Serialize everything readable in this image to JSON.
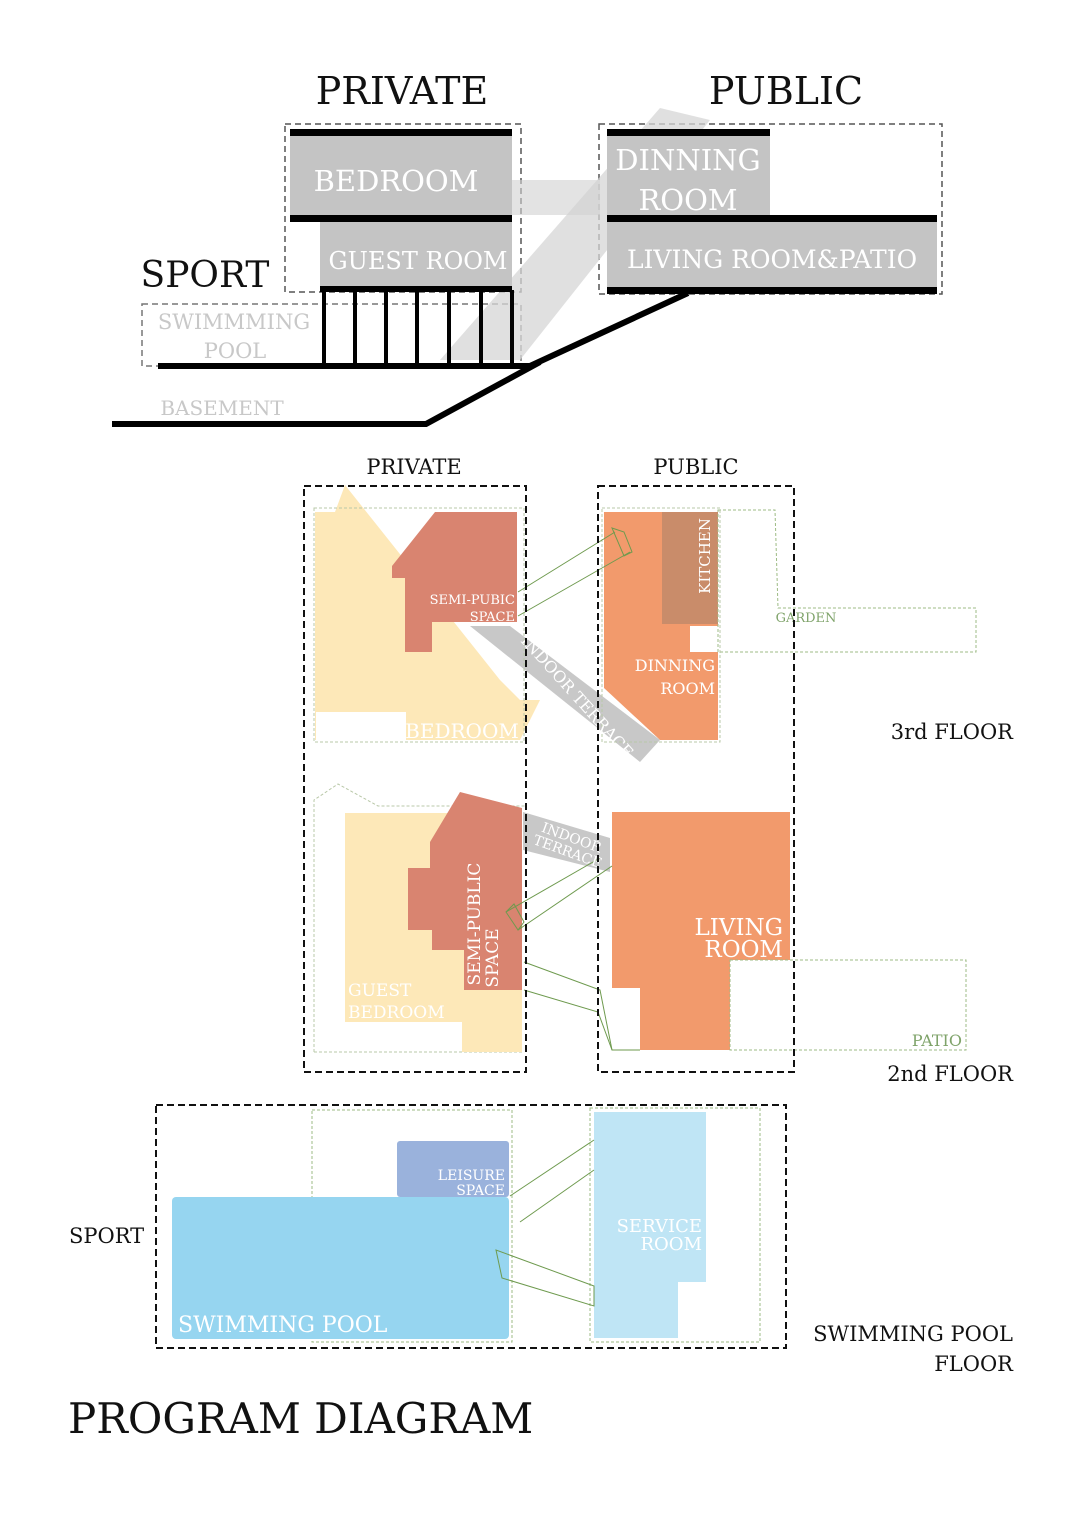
{
  "section": {
    "zone_private": "PRIVATE",
    "zone_public": "PUBLIC",
    "zone_sport": "SPORT",
    "bedroom": "BEDROOM",
    "guest_room": "GUEST ROOM",
    "dinning_room_line1": "DINNING",
    "dinning_room_line2": "ROOM",
    "living_patio": "LIVING ROOM&PATIO",
    "pool_line1": "SWIMMMING",
    "pool_line2": "POOL",
    "basement": "BASEMENT"
  },
  "plans": {
    "zone_private": "PRIVATE",
    "zone_public": "PUBLIC",
    "zone_sport": "SPORT",
    "third_floor": {
      "label": "3rd FLOOR",
      "semi_public_line1": "SEMI-PUBIC",
      "semi_public_line2": "SPACE",
      "indoor_terrace": "INDOOR TERRACE",
      "bedroom": "BEDROOM",
      "kitchen": "KITCHEN",
      "garden": "GARDEN",
      "dinning_line1": "DINNING",
      "dinning_line2": "ROOM"
    },
    "second_floor": {
      "label": "2nd FLOOR",
      "indoor_terrace_line1": "INDOOR",
      "indoor_terrace_line2": "TERRACE",
      "semi_public_line1": "SEMI-PUBLIC",
      "semi_public_line2": "SPACE",
      "guest_line1": "GUEST",
      "guest_line2": "BEDROOM",
      "living_line1": "LIVING",
      "living_line2": "ROOM",
      "patio": "PATIO"
    },
    "pool_floor": {
      "label_line1": "SWIMMING POOL",
      "label_line2": "FLOOR",
      "leisure_line1": "LEISURE",
      "leisure_line2": "SPACE",
      "service_line1": "SERVICE",
      "service_line2": "ROOM",
      "swimming_pool": "SWIMMING POOL"
    }
  },
  "title": "PROGRAM DIAGRAM",
  "colors": {
    "private_light": "#FDE8B8",
    "semi_public": "#D98470",
    "public_orange": "#F29A6C",
    "kitchen": "#C98C6A",
    "terrace_gray": "#C8C8C8",
    "pool_blue": "#96D5F0",
    "service_blue": "#BFE5F5",
    "leisure_blue": "#9AB2DC",
    "section_gray": "#C4C4C4",
    "guide_green": "#6E9A4E"
  }
}
